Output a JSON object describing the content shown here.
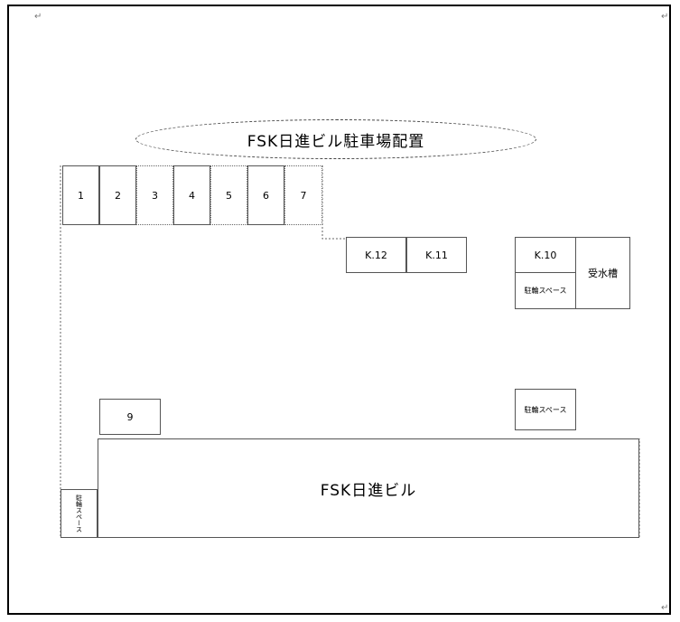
{
  "marks": {
    "return": "↵"
  },
  "title": "FSK日進ビル駐車場配置",
  "spaces": [
    "1",
    "2",
    "3",
    "4",
    "5",
    "6",
    "7"
  ],
  "k_spaces": {
    "k12": "K.12",
    "k11": "K.11",
    "k10": "K.10"
  },
  "labels": {
    "spare_space_top": "駐輪スペース",
    "spare_space_bottom": "駐輪スペース",
    "water_tank": "受水槽",
    "space_9": "9",
    "building": "FSK日進ビル",
    "bike_left": "駐輪スペース"
  }
}
